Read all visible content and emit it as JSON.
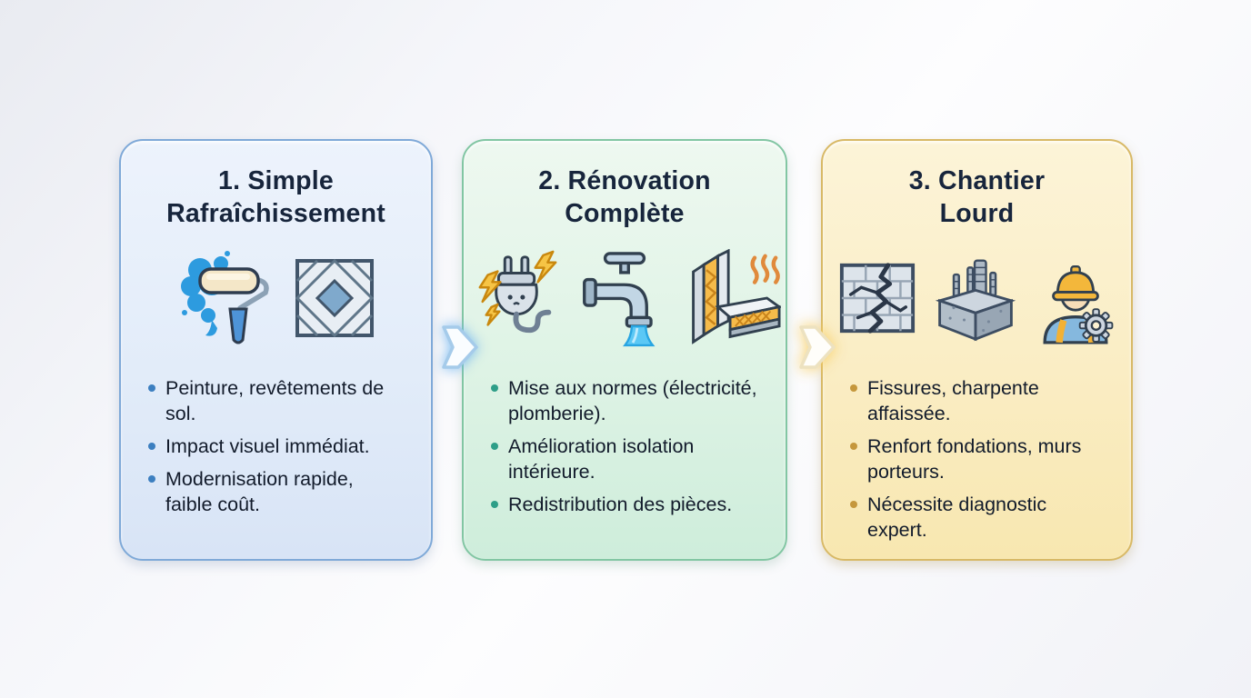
{
  "cards": [
    {
      "title_lines": [
        "1. Simple",
        "Rafraîchissement"
      ],
      "icons": [
        "paint-roller-icon",
        "tile-floor-icon"
      ],
      "bullets": [
        "Peinture, revêtements de sol.",
        "Impact visuel immédiat.",
        "Modernisation rapide, faible coût."
      ],
      "colors": {
        "border": "#7fa9d8",
        "bg_top": "#edf3fc",
        "bg_bottom": "#d8e4f6",
        "bullet": "#3c7fc0"
      }
    },
    {
      "title_lines": [
        "2. Rénovation",
        "Complète"
      ],
      "icons": [
        "electric-plug-icon",
        "faucet-icon",
        "wall-insulation-icon"
      ],
      "bullets": [
        "Mise aux normes (électricité, plomberie).",
        "Amélioration isolation intérieure.",
        "Redistribution des pièces."
      ],
      "colors": {
        "border": "#82c6a3",
        "bg_top": "#eef8f0",
        "bg_bottom": "#ceeddb",
        "bullet": "#2e9e88"
      }
    },
    {
      "title_lines": [
        "3. Chantier",
        "Lourd"
      ],
      "icons": [
        "cracked-wall-icon",
        "concrete-foundation-icon",
        "construction-worker-icon"
      ],
      "bullets": [
        "Fissures, charpente affaissée.",
        "Renfort fondations, murs porteurs.",
        "Nécessite diagnostic expert."
      ],
      "colors": {
        "border": "#d8b966",
        "bg_top": "#fcf4d8",
        "bg_bottom": "#f8e7b0",
        "bullet": "#c5973c"
      }
    }
  ],
  "arrows": [
    {
      "direction": "right",
      "glow": "#6eb4f0"
    },
    {
      "direction": "right",
      "glow": "#f8cd5f"
    }
  ],
  "text_colors": {
    "title": "#17253c",
    "body": "#121b2b"
  }
}
